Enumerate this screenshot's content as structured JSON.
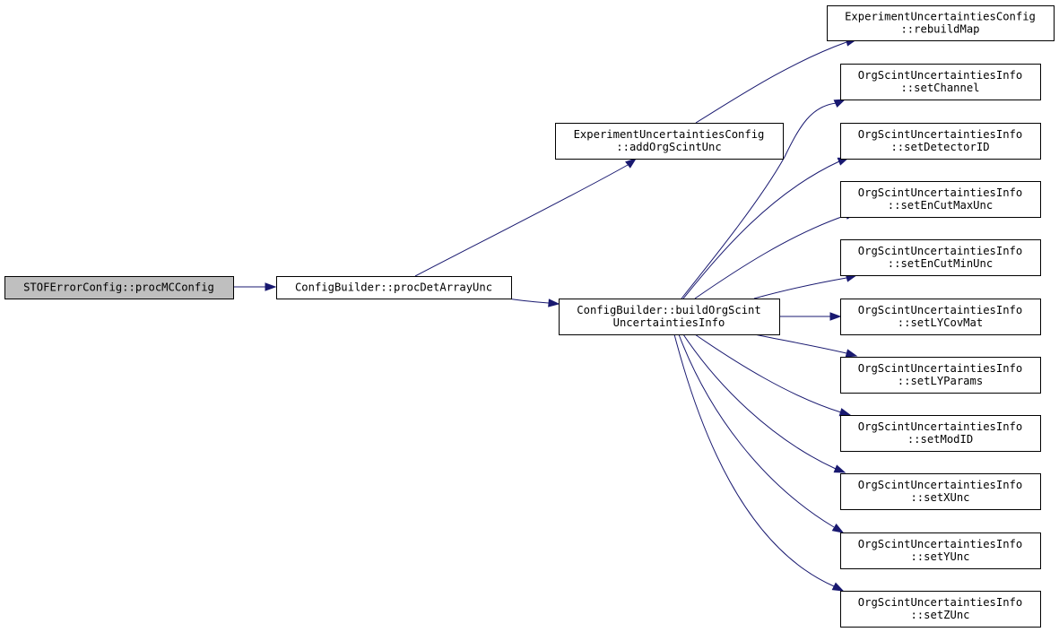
{
  "graph": {
    "nodes": [
      {
        "id": "root",
        "lines": [
          "STOFErrorConfig::procMCConfig"
        ],
        "root": true
      },
      {
        "id": "procDetArrayUnc",
        "lines": [
          "ConfigBuilder::procDetArrayUnc"
        ]
      },
      {
        "id": "addOrgScintUnc",
        "lines": [
          "ExperimentUncertaintiesConfig",
          "::addOrgScintUnc"
        ]
      },
      {
        "id": "buildOrgScint",
        "lines": [
          "ConfigBuilder::buildOrgScint",
          "UncertaintiesInfo"
        ]
      },
      {
        "id": "rebuildMap",
        "lines": [
          "ExperimentUncertaintiesConfig",
          "::rebuildMap"
        ]
      },
      {
        "id": "setChannel",
        "lines": [
          "OrgScintUncertaintiesInfo",
          "::setChannel"
        ]
      },
      {
        "id": "setDetectorID",
        "lines": [
          "OrgScintUncertaintiesInfo",
          "::setDetectorID"
        ]
      },
      {
        "id": "setEnCutMaxUnc",
        "lines": [
          "OrgScintUncertaintiesInfo",
          "::setEnCutMaxUnc"
        ]
      },
      {
        "id": "setEnCutMinUnc",
        "lines": [
          "OrgScintUncertaintiesInfo",
          "::setEnCutMinUnc"
        ]
      },
      {
        "id": "setLYCovMat",
        "lines": [
          "OrgScintUncertaintiesInfo",
          "::setLYCovMat"
        ]
      },
      {
        "id": "setLYParams",
        "lines": [
          "OrgScintUncertaintiesInfo",
          "::setLYParams"
        ]
      },
      {
        "id": "setModID",
        "lines": [
          "OrgScintUncertaintiesInfo",
          "::setModID"
        ]
      },
      {
        "id": "setXUnc",
        "lines": [
          "OrgScintUncertaintiesInfo",
          "::setXUnc"
        ]
      },
      {
        "id": "setYUnc",
        "lines": [
          "OrgScintUncertaintiesInfo",
          "::setYUnc"
        ]
      },
      {
        "id": "setZUnc",
        "lines": [
          "OrgScintUncertaintiesInfo",
          "::setZUnc"
        ]
      }
    ],
    "edges": [
      {
        "from": "root",
        "to": "procDetArrayUnc"
      },
      {
        "from": "procDetArrayUnc",
        "to": "addOrgScintUnc"
      },
      {
        "from": "procDetArrayUnc",
        "to": "buildOrgScint"
      },
      {
        "from": "addOrgScintUnc",
        "to": "rebuildMap"
      },
      {
        "from": "buildOrgScint",
        "to": "setChannel"
      },
      {
        "from": "buildOrgScint",
        "to": "setDetectorID"
      },
      {
        "from": "buildOrgScint",
        "to": "setEnCutMaxUnc"
      },
      {
        "from": "buildOrgScint",
        "to": "setEnCutMinUnc"
      },
      {
        "from": "buildOrgScint",
        "to": "setLYCovMat"
      },
      {
        "from": "buildOrgScint",
        "to": "setLYParams"
      },
      {
        "from": "buildOrgScint",
        "to": "setModID"
      },
      {
        "from": "buildOrgScint",
        "to": "setXUnc"
      },
      {
        "from": "buildOrgScint",
        "to": "setYUnc"
      },
      {
        "from": "buildOrgScint",
        "to": "setZUnc"
      }
    ],
    "colors": {
      "edge": "#191970",
      "root_fill": "#bfbfbf",
      "node_fill": "#ffffff",
      "border": "#000000"
    }
  }
}
